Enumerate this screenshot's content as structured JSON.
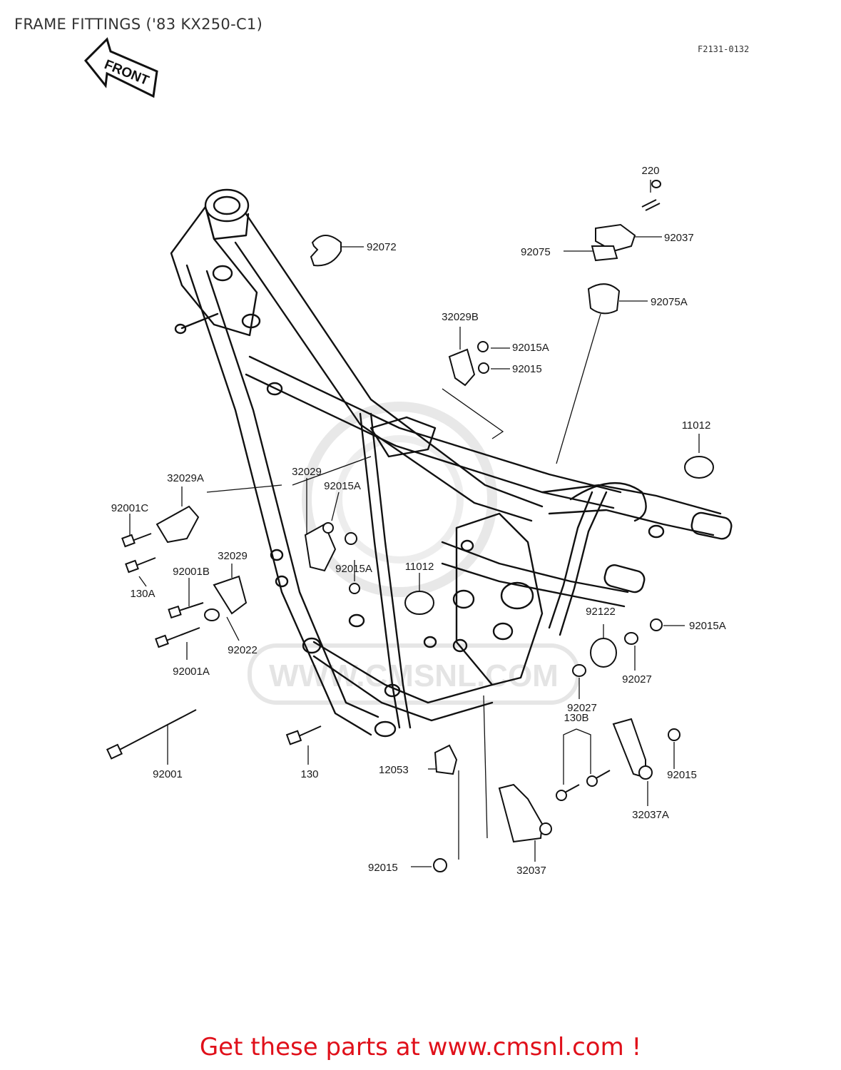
{
  "title": "FRAME FITTINGS ('83 KX250-C1)",
  "diagram_code": "F2131-0132",
  "front_label": "FRONT",
  "watermark": "WWW.CMSNL.COM",
  "cta": "Get these parts at www.cmsnl.com !",
  "parts": {
    "p220": "220",
    "p92037": "92037",
    "p92075": "92075",
    "p92072": "92072",
    "p92075A": "92075A",
    "p32029B": "32029B",
    "p92015A_top": "92015A",
    "p92015_top": "92015",
    "p11012_right": "11012",
    "p32029A": "32029A",
    "p92001C": "92001C",
    "p130A": "130A",
    "p32029_mid": "32029",
    "p92015A_mid": "92015A",
    "p32029_lower": "32029",
    "p92001B": "92001B",
    "p92015A_mid2": "92015A",
    "p11012_mid": "11012",
    "p92022": "92022",
    "p92001A": "92001A",
    "p92122": "92122",
    "p92015A_right": "92015A",
    "p92027_right": "92027",
    "p92027_low": "92027",
    "p92001": "92001",
    "p130": "130",
    "p12053": "12053",
    "p130B": "130B",
    "p92015_right": "92015",
    "p32037A": "32037A",
    "p92015_bottom": "92015",
    "p32037": "32037"
  }
}
